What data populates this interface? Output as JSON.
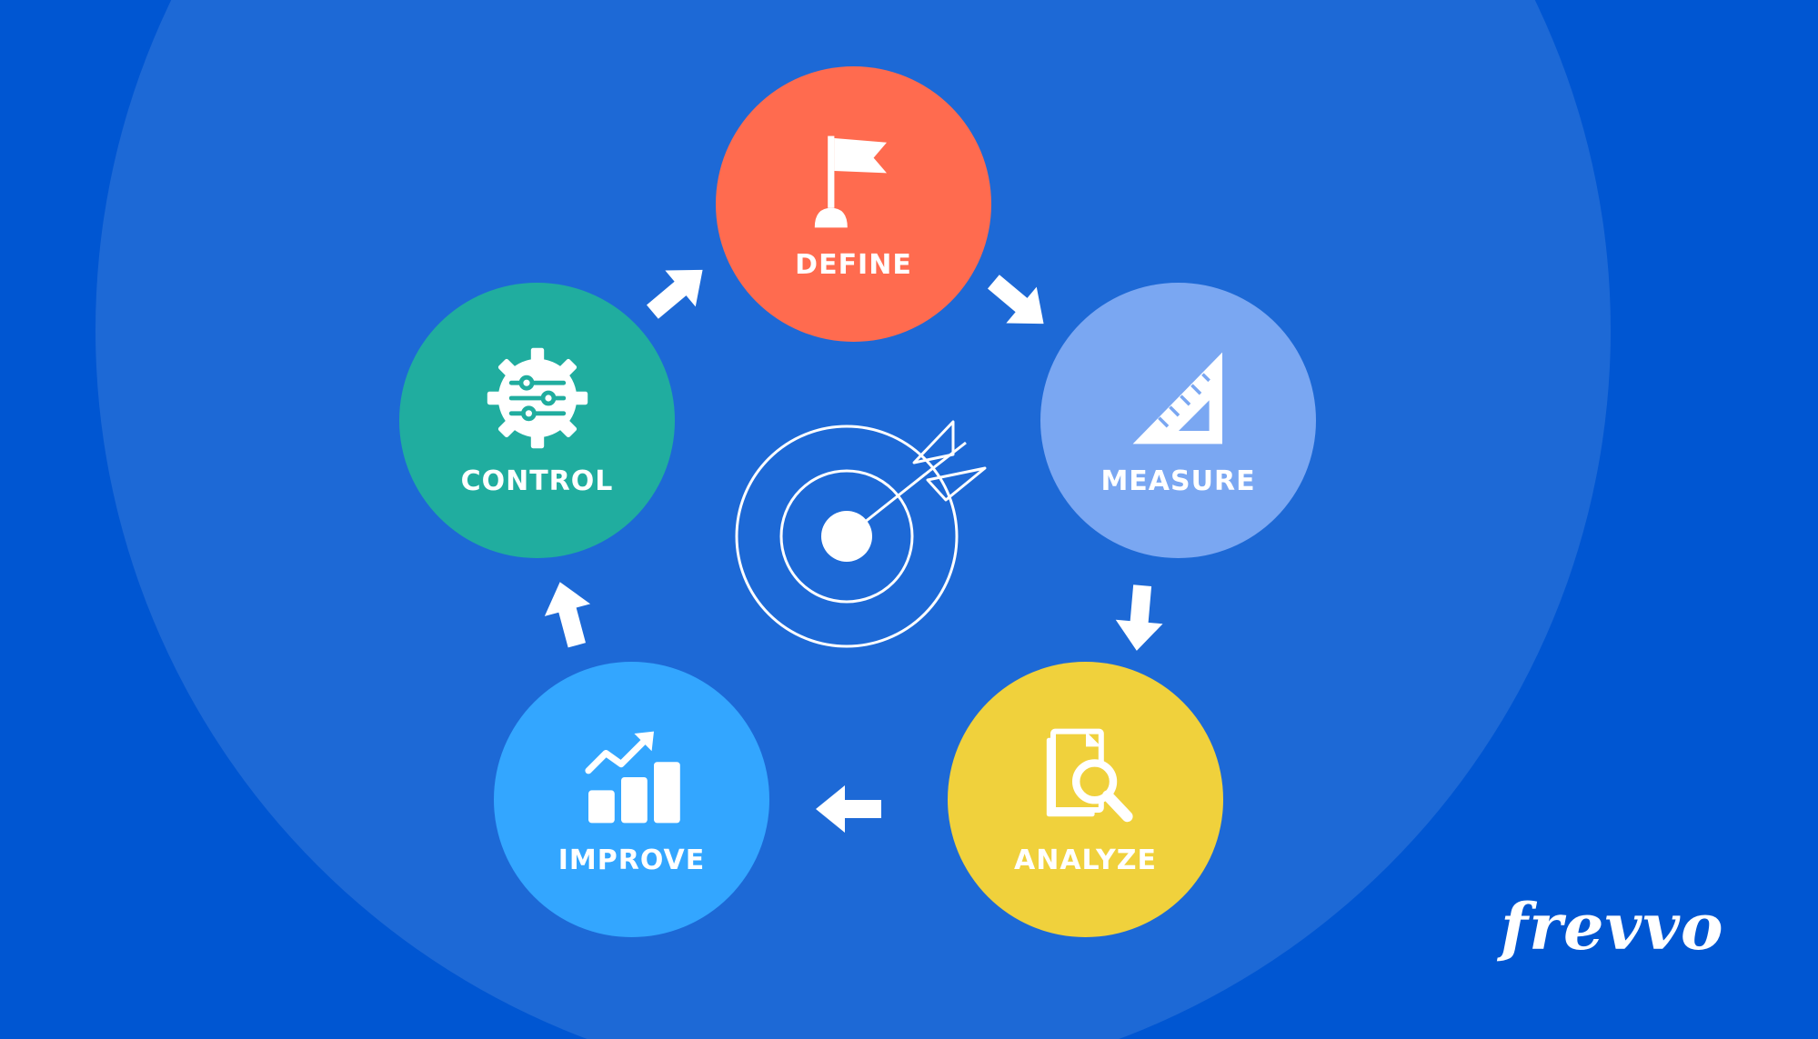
{
  "diagram": {
    "steps": [
      {
        "label": "DEFINE",
        "icon": "flag-icon",
        "color": "#ff6b4f"
      },
      {
        "label": "MEASURE",
        "icon": "set-square-ruler-icon",
        "color": "#7aa7f2"
      },
      {
        "label": "ANALYZE",
        "icon": "document-search-icon",
        "color": "#f0d13c"
      },
      {
        "label": "IMPROVE",
        "icon": "growth-chart-icon",
        "color": "#33a6ff"
      },
      {
        "label": "CONTROL",
        "icon": "settings-gear-icon",
        "color": "#20ad9f"
      }
    ],
    "center_icon": "target-arrow-icon",
    "flow": "clockwise"
  },
  "brand": {
    "logo_text": "frevvo"
  },
  "colors": {
    "background": "#0056d2",
    "disc": "#1d69d6",
    "foreground": "#ffffff"
  }
}
